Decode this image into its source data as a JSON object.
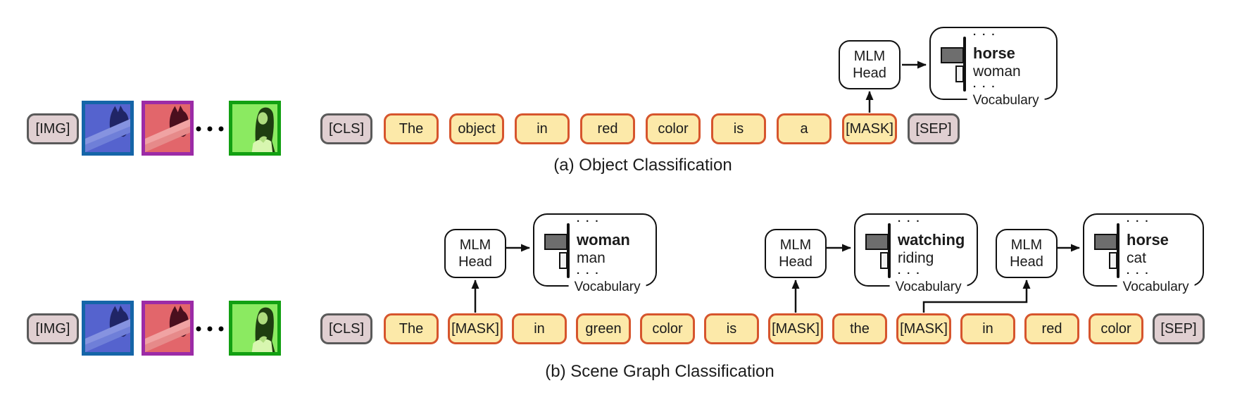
{
  "colors": {
    "word_token_bg": "#FCE9A9",
    "word_token_border": "#D6552D",
    "special_token_bg": "#E0CFD1",
    "special_token_border": "#5A5A5A",
    "patch_border_blue": "#1565A8",
    "patch_border_purple": "#9C2BA6",
    "patch_border_green": "#12A012",
    "vocab_bar_dark": "#6E6E6E",
    "vocab_bar_light": "#F2F2F2"
  },
  "panel_a": {
    "caption": "(a) Object Classification",
    "tokens": [
      "[IMG]",
      "[CLS]",
      "The",
      "object",
      "in",
      "red",
      "color",
      "is",
      "a",
      "[MASK]",
      "[SEP]"
    ],
    "head": {
      "label": "MLM Head"
    },
    "vocab": {
      "ellipsis": "· · ·",
      "top_word": "horse",
      "second_word": "woman",
      "caption": "Vocabulary"
    }
  },
  "panel_b": {
    "caption": "(b) Scene Graph Classification",
    "tokens": [
      "[IMG]",
      "[CLS]",
      "The",
      "[MASK]",
      "in",
      "green",
      "color",
      "is",
      "[MASK]",
      "the",
      "[MASK]",
      "in",
      "red",
      "color",
      "[SEP]"
    ],
    "heads": [
      {
        "label": "MLM Head"
      },
      {
        "label": "MLM Head"
      },
      {
        "label": "MLM Head"
      }
    ],
    "vocabs": [
      {
        "ellipsis": "· · ·",
        "top_word": "woman",
        "second_word": "man",
        "caption": "Vocabulary"
      },
      {
        "ellipsis": "· · ·",
        "top_word": "watching",
        "second_word": "riding",
        "caption": "Vocabulary"
      },
      {
        "ellipsis": "· · ·",
        "top_word": "horse",
        "second_word": "cat",
        "caption": "Vocabulary"
      }
    ]
  }
}
